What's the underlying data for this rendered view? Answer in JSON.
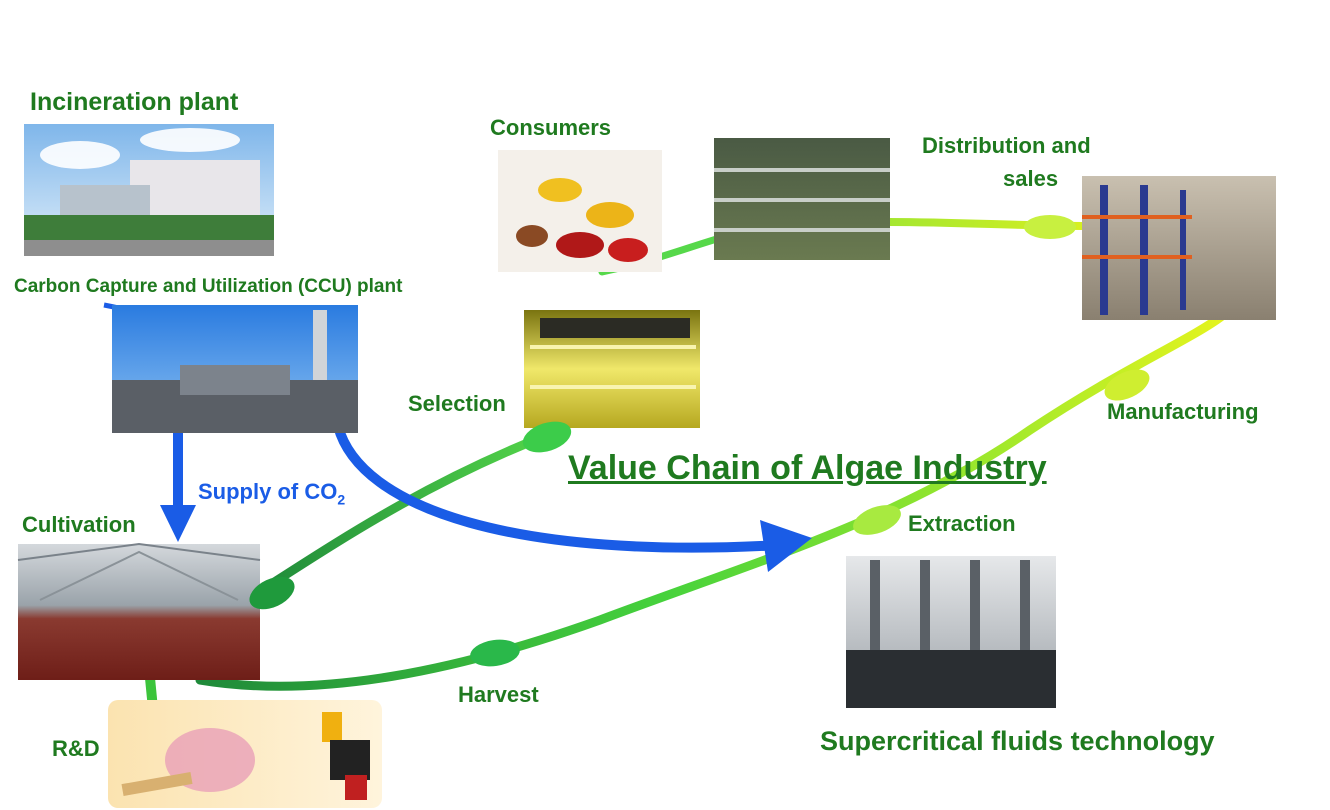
{
  "diagram": {
    "title": "Value Chain of Algae Industry",
    "labels": {
      "incineration": "Incineration plant",
      "ccu": "Carbon Capture and Utilization (CCU) plant",
      "consumers": "Consumers",
      "distribution_line1": "Distribution and",
      "distribution_line2": "sales",
      "selection": "Selection",
      "manufacturing": "Manufacturing",
      "supply_co2": "Supply of CO",
      "supply_co2_sub": "2",
      "cultivation": "Cultivation",
      "extraction": "Extraction",
      "harvest": "Harvest",
      "rd": "R&D",
      "supercritical": "Supercritical fluids technology"
    },
    "colors": {
      "label_green": "#1f7a1f",
      "arrow_blue": "#1a5ce6",
      "path_green": "#3cc43c",
      "path_yellow": "#d8f020",
      "node_green": "#22b04a"
    }
  }
}
